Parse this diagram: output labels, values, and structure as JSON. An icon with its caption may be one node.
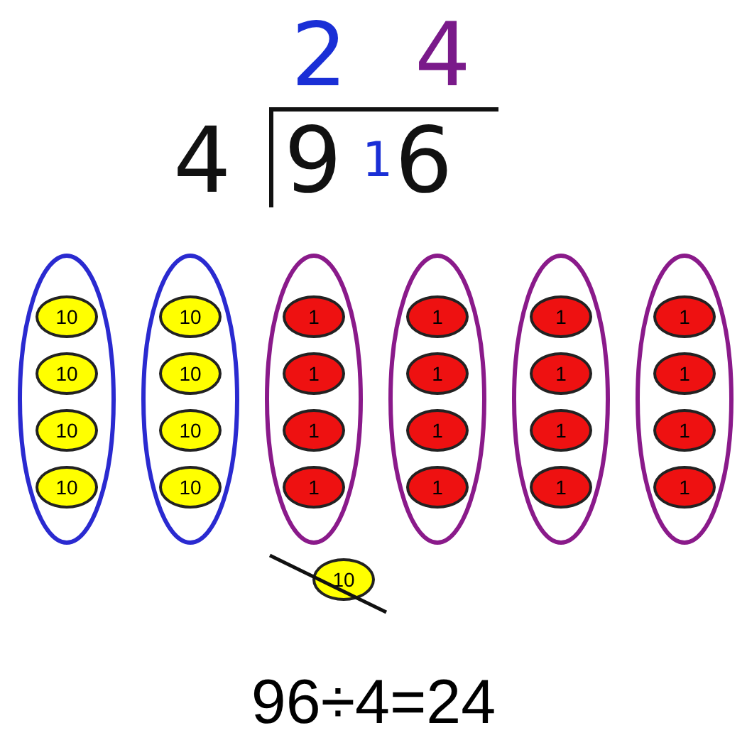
{
  "diagram": {
    "caption": "96÷4=24",
    "nodes": [
      {
        "text": [],
        "shape": "ellipse"
      },
      {
        "text": [
          "10"
        ],
        "in": 0
      },
      {
        "text": [
          "10"
        ],
        "in": 0
      },
      {
        "text": [
          "10"
        ],
        "in": 0
      },
      {
        "text": [
          "10"
        ],
        "in": 0
      },
      {
        "text": [],
        "shape": "ellipse"
      },
      {
        "text": [
          "10"
        ],
        "in": 5
      },
      {
        "text": [
          "10"
        ],
        "in": 5
      },
      {
        "text": [
          "10"
        ],
        "in": 5
      },
      {
        "text": [
          "10"
        ],
        "in": 5
      },
      {
        "text": [],
        "shape": "ellipse"
      },
      {
        "text": [
          "1"
        ],
        "in": 10
      },
      {
        "text": [
          "1"
        ],
        "in": 10
      },
      {
        "text": [
          "1"
        ],
        "in": 10
      },
      {
        "text": [
          "1"
        ],
        "in": 10
      },
      {
        "text": [],
        "shape": "ellipse"
      },
      {
        "text": [
          "1"
        ],
        "in": 15
      },
      {
        "text": [
          "1"
        ],
        "in": 15
      },
      {
        "text": [
          "1"
        ],
        "in": 15
      },
      {
        "text": [
          "1"
        ],
        "in": 15
      },
      {
        "text": [],
        "shape": "ellipse"
      },
      {
        "text": [
          "1"
        ],
        "in": 20
      },
      {
        "text": [
          "1"
        ],
        "in": 20
      },
      {
        "text": [
          "1"
        ],
        "in": 20
      },
      {
        "text": [
          "1"
        ],
        "in": 20
      },
      {
        "text": [],
        "shape": "ellipse"
      },
      {
        "text": [
          "1"
        ],
        "in": 25
      },
      {
        "text": [
          "1"
        ],
        "in": 25
      },
      {
        "text": [
          "1"
        ],
        "in": 25
      },
      {
        "text": [
          "1"
        ],
        "in": 25
      },
      {
        "text": [
          "10"
        ]
      }
    ],
    "labels": [
      "2",
      "4",
      "4",
      "9",
      "1",
      "6"
    ]
  }
}
